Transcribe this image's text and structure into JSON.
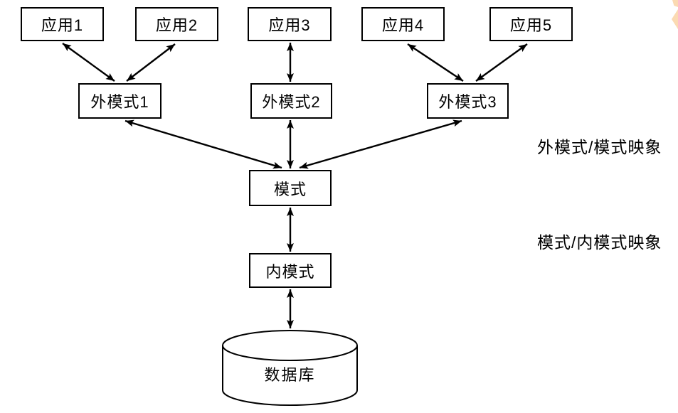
{
  "diagram": {
    "applications": [
      {
        "label": "应用1"
      },
      {
        "label": "应用2"
      },
      {
        "label": "应用3"
      },
      {
        "label": "应用4"
      },
      {
        "label": "应用5"
      }
    ],
    "external_schemas": [
      {
        "label": "外模式1"
      },
      {
        "label": "外模式2"
      },
      {
        "label": "外模式3"
      }
    ],
    "schema": {
      "label": "模式"
    },
    "internal_schema": {
      "label": "内模式"
    },
    "database": {
      "label": "数据库"
    },
    "mapping_labels": [
      {
        "label": "外模式/模式映象"
      },
      {
        "label": "模式/内模式映象"
      }
    ],
    "connections": [
      {
        "from": "应用1",
        "to": "外模式1",
        "style": "double-arrow"
      },
      {
        "from": "应用2",
        "to": "外模式1",
        "style": "double-arrow"
      },
      {
        "from": "应用3",
        "to": "外模式2",
        "style": "double-arrow"
      },
      {
        "from": "应用4",
        "to": "外模式3",
        "style": "double-arrow"
      },
      {
        "from": "应用5",
        "to": "外模式3",
        "style": "double-arrow"
      },
      {
        "from": "外模式1",
        "to": "模式",
        "style": "double-arrow"
      },
      {
        "from": "外模式2",
        "to": "模式",
        "style": "double-arrow"
      },
      {
        "from": "外模式3",
        "to": "模式",
        "style": "double-arrow"
      },
      {
        "from": "模式",
        "to": "内模式",
        "style": "double-arrow"
      },
      {
        "from": "内模式",
        "to": "数据库",
        "style": "double-arrow"
      }
    ],
    "colors": {
      "stroke": "#000000",
      "box_fill": "#ffffff",
      "background": "#ffffff",
      "corner_decoration": "#fbdab2"
    }
  }
}
